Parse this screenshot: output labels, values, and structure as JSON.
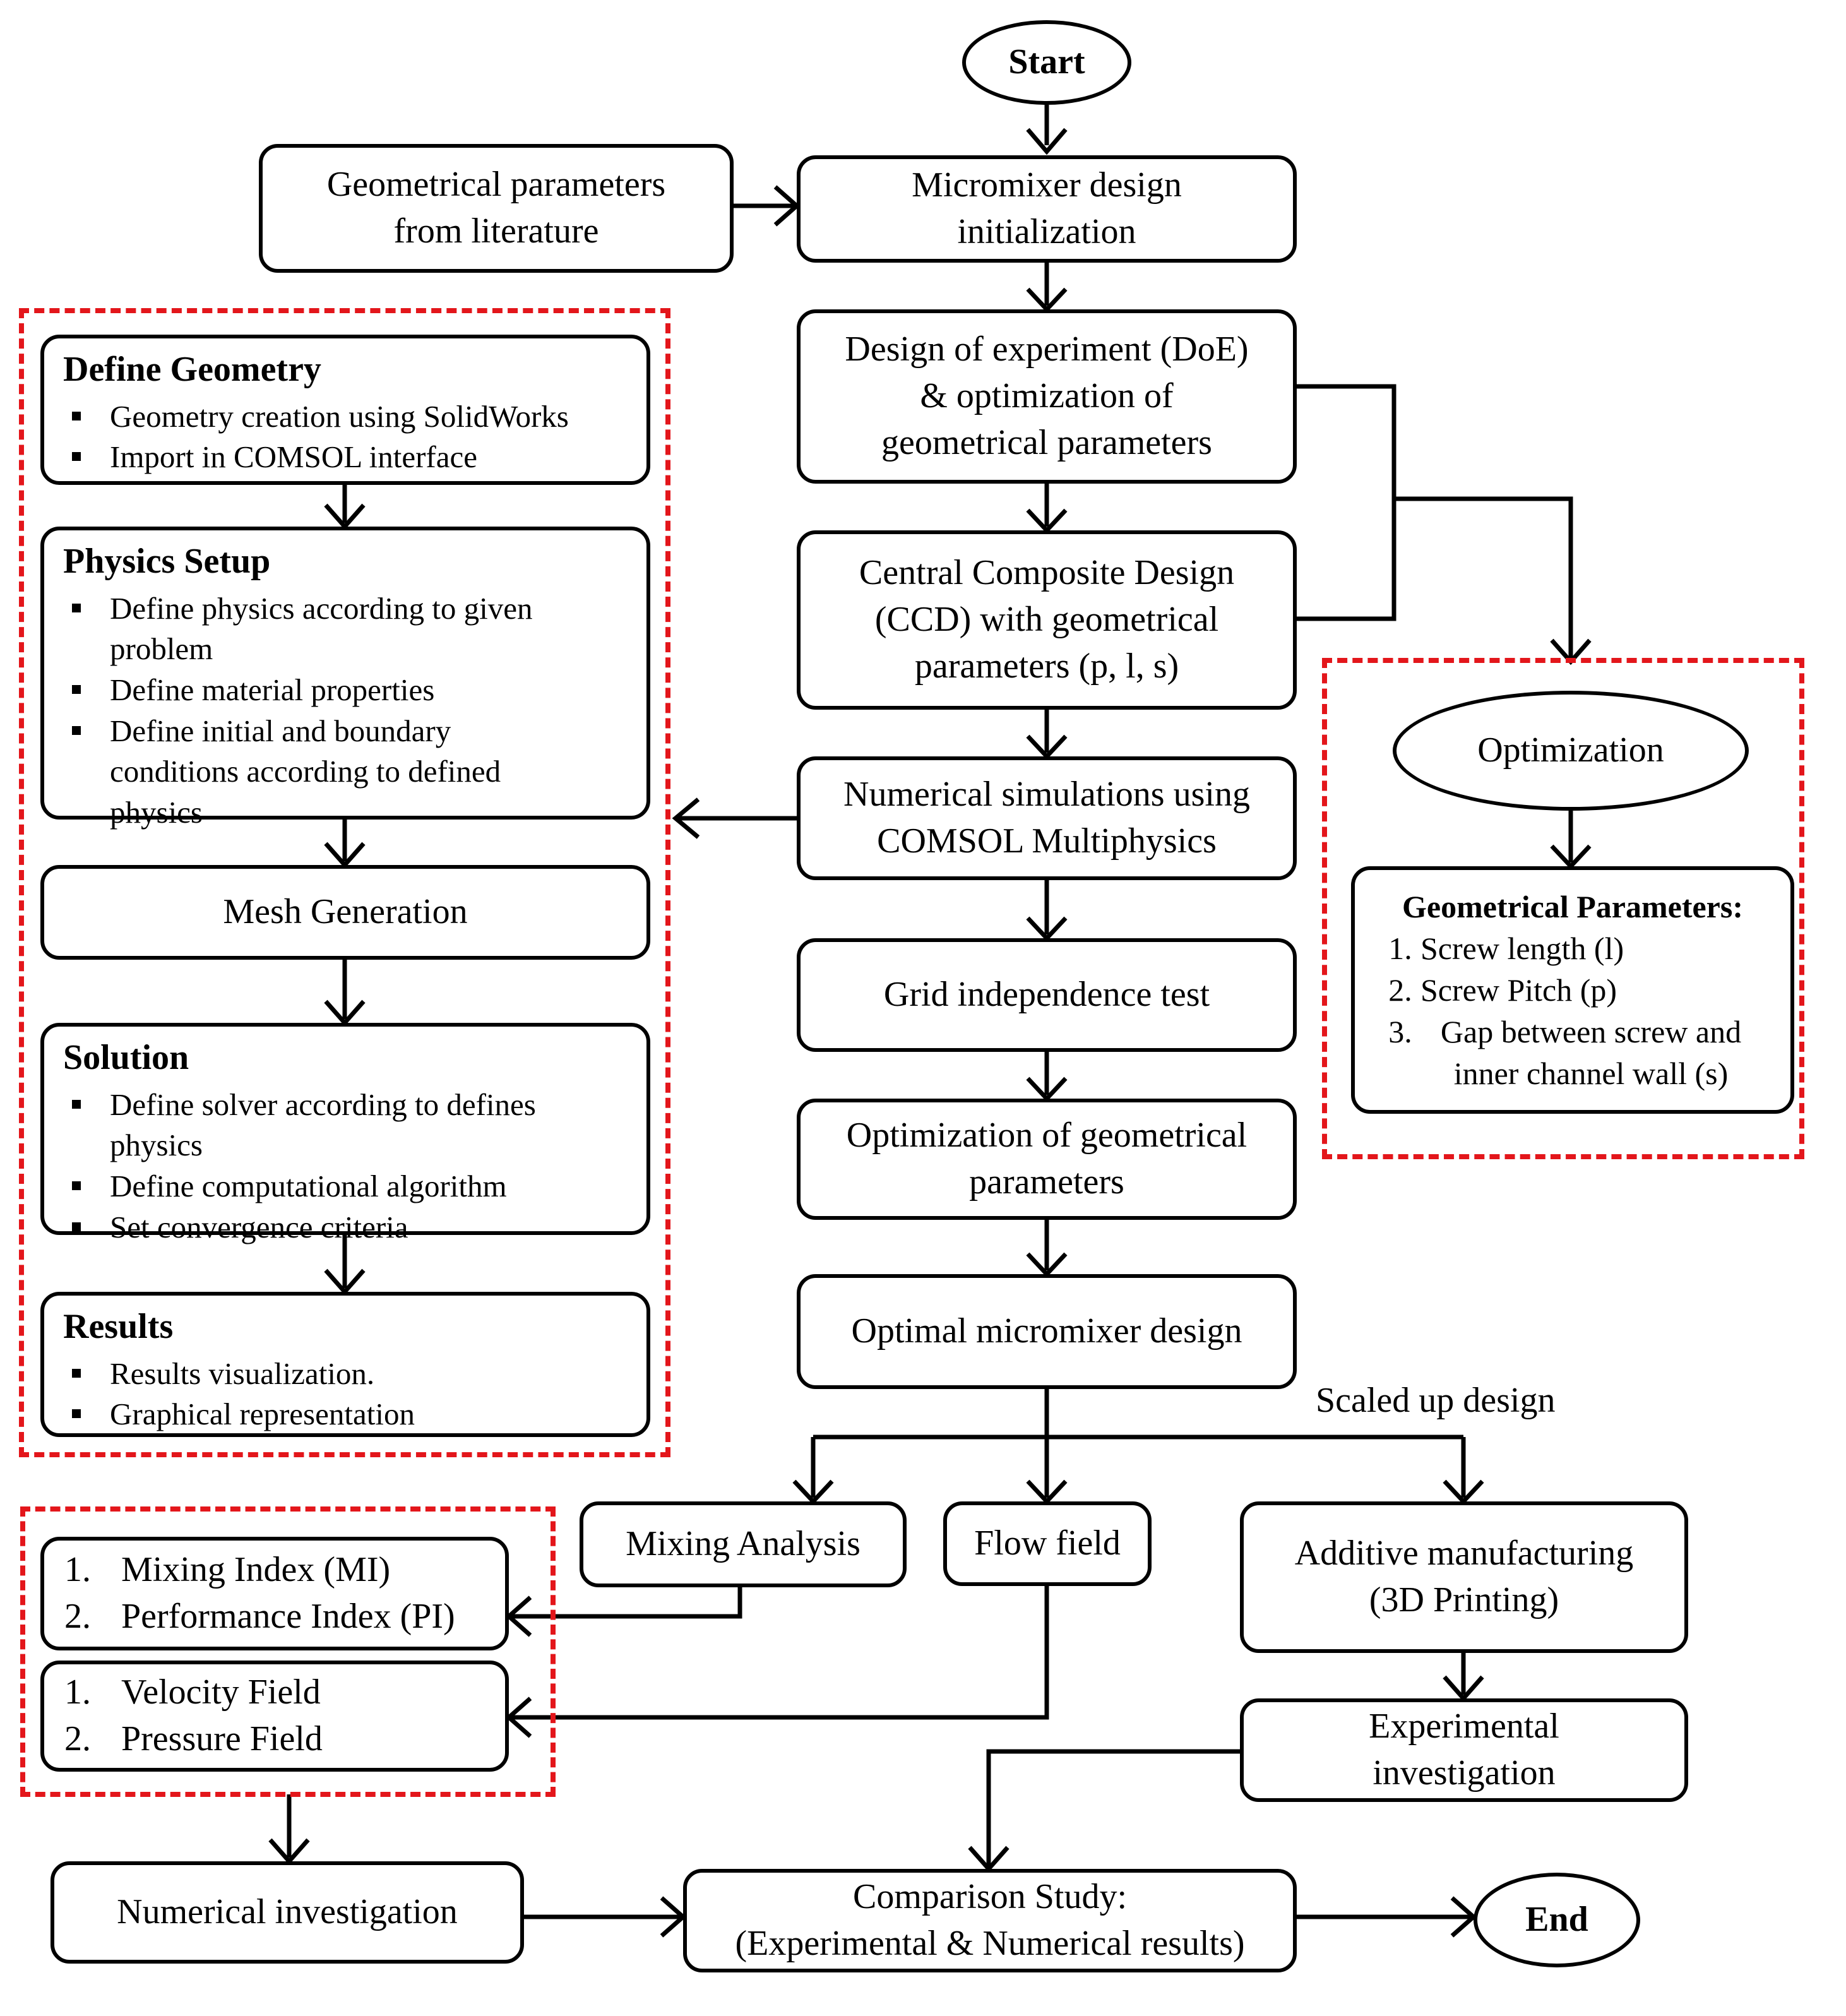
{
  "start": "Start",
  "end": "End",
  "geo_lit": [
    "Geometrical parameters",
    "from literature"
  ],
  "init": [
    "Micromixer design",
    "initialization"
  ],
  "doe": [
    "Design of experiment (DoE)",
    "& optimization of",
    "geometrical parameters"
  ],
  "ccd": [
    "Central Composite Design",
    "(CCD) with geometrical",
    "parameters (p, l, s)"
  ],
  "numsim": [
    "Numerical simulations using",
    "COMSOL Multiphysics"
  ],
  "grid": "Grid independence test",
  "optgeo": [
    "Optimization of geometrical",
    "parameters"
  ],
  "optimal": "Optimal micromixer design",
  "scaled": "Scaled up design",
  "mixing": "Mixing Analysis",
  "flow": "Flow field",
  "additive": [
    "Additive manufacturing",
    "(3D Printing)"
  ],
  "experimental": [
    "Experimental",
    "investigation"
  ],
  "numinv": "Numerical investigation",
  "comparison": [
    "Comparison Study:",
    "(Experimental & Numerical results)"
  ],
  "define_geometry": {
    "title": "Define Geometry",
    "items": [
      "Geometry creation using SolidWorks",
      "Import in COMSOL interface"
    ]
  },
  "physics": {
    "title": "Physics Setup",
    "items": [
      "Define physics according to given problem",
      "Define material properties",
      "Define initial and boundary conditions according to defined physics"
    ]
  },
  "mesh": "Mesh Generation",
  "solution": {
    "title": "Solution",
    "items": [
      "Define solver according to defines physics",
      "Define computational algorithm",
      "Set convergence criteria"
    ]
  },
  "results": {
    "title": "Results",
    "items": [
      "Results visualization.",
      "Graphical representation"
    ]
  },
  "indices": [
    {
      "n": "1.",
      "text": "Mixing Index (MI)"
    },
    {
      "n": "2.",
      "text": "Performance Index (PI)"
    }
  ],
  "fields": [
    {
      "n": "1.",
      "text": "Velocity Field"
    },
    {
      "n": "2.",
      "text": "Pressure Field"
    }
  ],
  "optimization": "Optimization",
  "geo_params": {
    "title": "Geometrical Parameters:",
    "items": [
      {
        "n": "1.",
        "text": "Screw length (l)"
      },
      {
        "n": "2.",
        "text": "Screw Pitch (p)"
      },
      {
        "n": "3.",
        "text": "Gap between screw and inner channel wall (s)"
      }
    ]
  }
}
